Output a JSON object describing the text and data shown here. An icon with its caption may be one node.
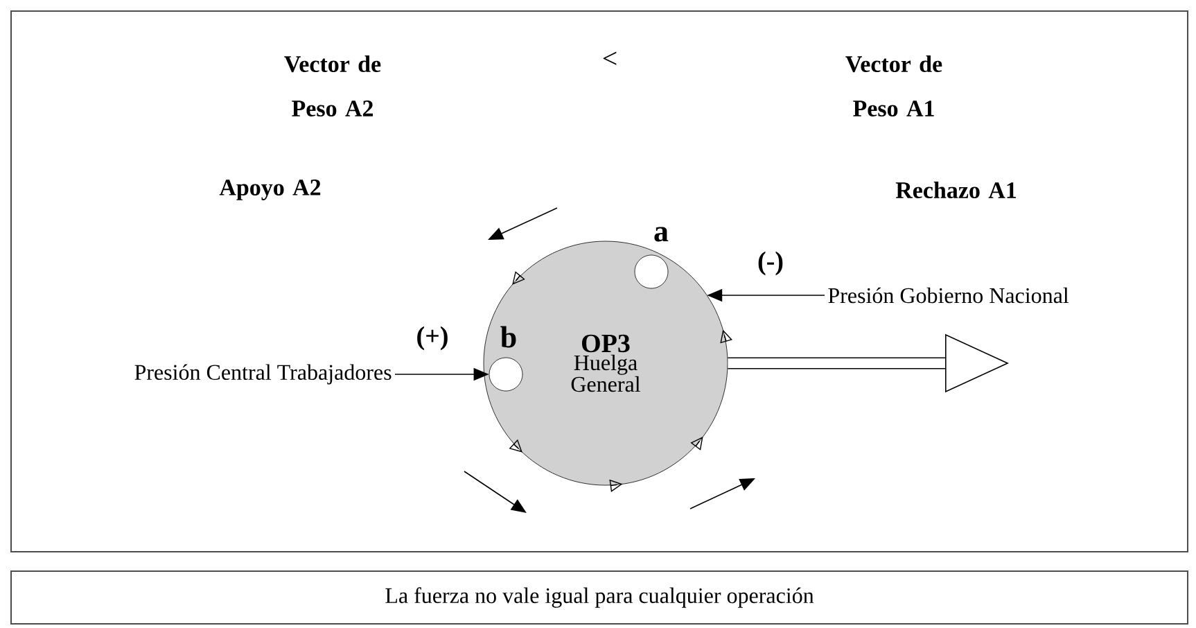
{
  "diagram": {
    "caption": "La fuerza no vale igual para cualquier operación",
    "nodes": [
      {
        "text": [
          "OP3",
          "Huelga General"
        ]
      },
      {
        "text": [],
        "shape": "circle",
        "beside": [
          "a"
        ],
        "in": 0
      },
      {
        "text": [
          "Presión Gobierno Nacional"
        ]
      },
      {
        "text": [],
        "shape": "circle",
        "beside": [
          "b"
        ],
        "in": 0
      },
      {
        "text": [
          "Presión Central Trabajadores"
        ]
      }
    ],
    "edges": [
      {
        "from": 2,
        "to": 0,
        "arrow": "to",
        "label": "(-)"
      },
      {
        "from": 4,
        "to": 3,
        "arrow": "to",
        "label": "(+)"
      },
      {
        "from": 0,
        "to": null,
        "arrow": "to",
        "style": "thick"
      }
    ],
    "labels": [
      "Vector de Peso A2",
      "<",
      "Vector de Peso A1",
      "Apoyo A2",
      "Rechazo A1"
    ]
  }
}
